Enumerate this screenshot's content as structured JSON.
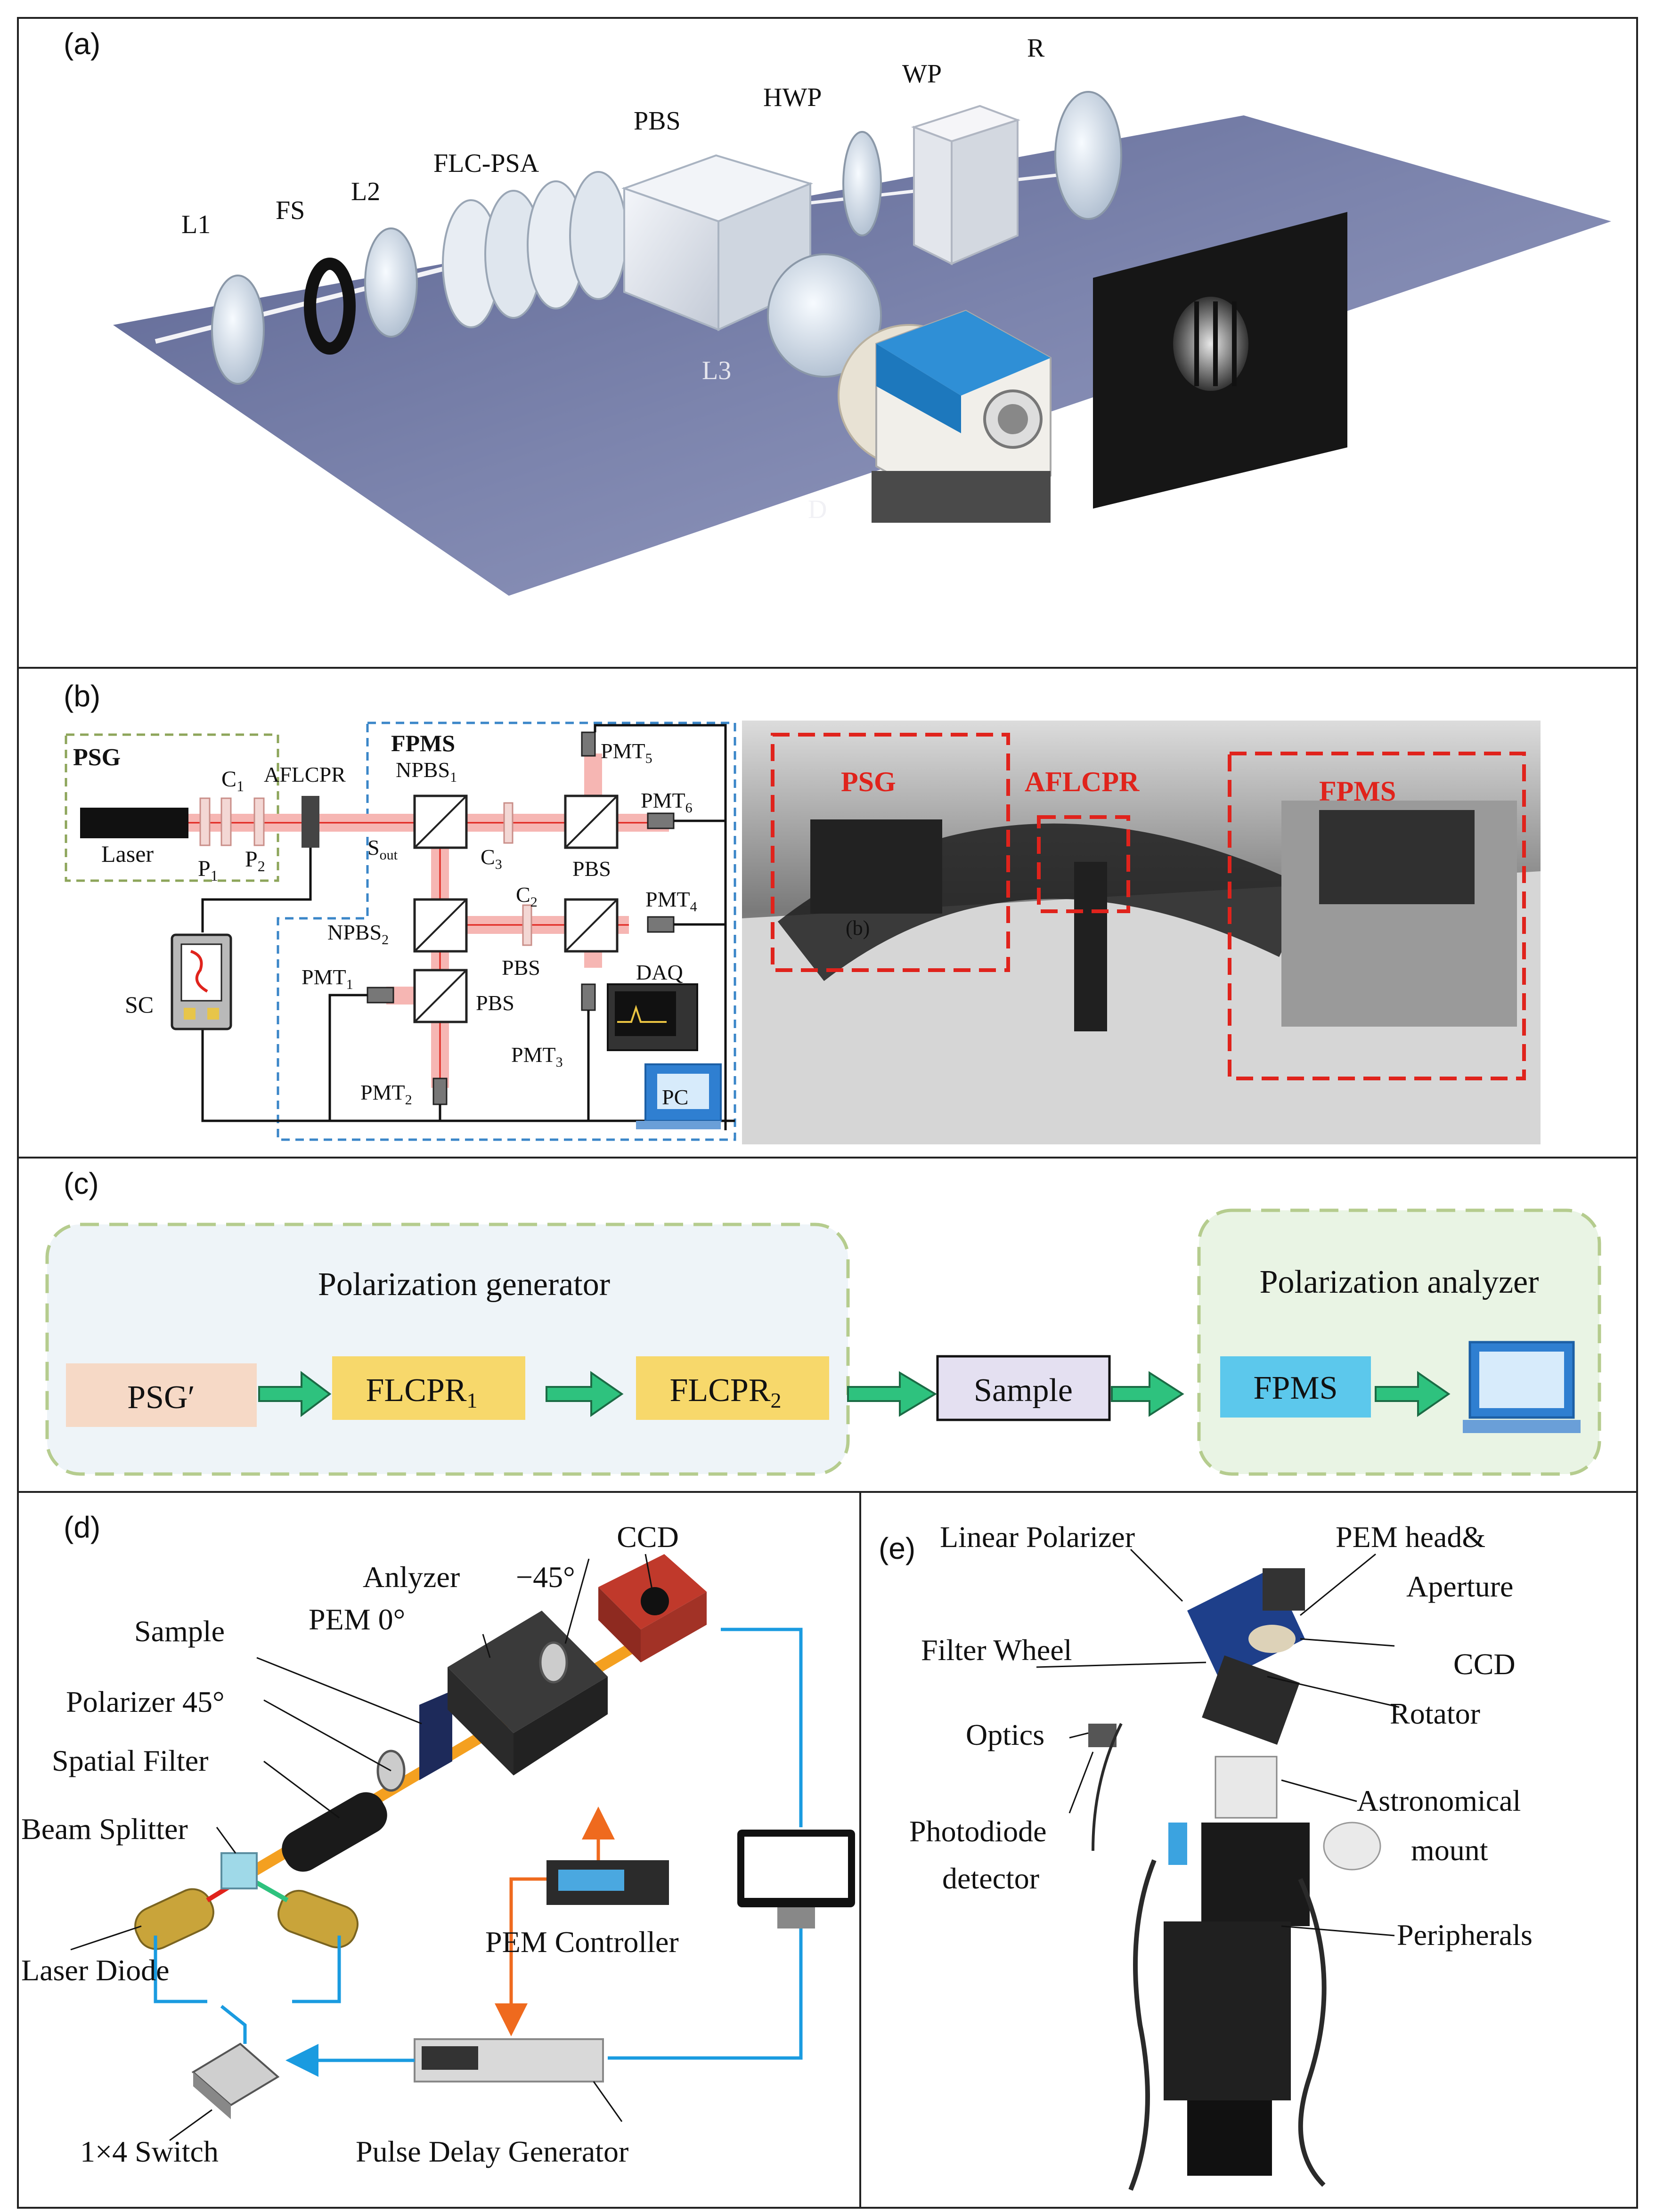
{
  "panel_labels": {
    "a": "(a)",
    "b": "(b)",
    "c": "(c)",
    "d": "(d)",
    "e": "(e)"
  },
  "panel_a": {
    "labels": {
      "l1": "L1",
      "fs": "FS",
      "l2": "L2",
      "flc_psa": "FLC-PSA",
      "pbs": "PBS",
      "hwp": "HWP",
      "wp": "WP",
      "r": "R",
      "l3": "L3",
      "d": "D"
    }
  },
  "panel_b": {
    "schematic": {
      "psg": "PSG",
      "laser": "Laser",
      "c1": "C",
      "c1_sub": "1",
      "aflcpr": "AFLCPR",
      "p1": "P",
      "p1_sub": "1",
      "p2": "P",
      "p2_sub": "2",
      "fpms": "FPMS",
      "npbs1": "NPBS",
      "npbs1_sub": "1",
      "sout": "S",
      "sout_sub": "out",
      "c3": "C",
      "c3_sub": "3",
      "pbs_a": "PBS",
      "pmt5": "PMT",
      "pmt5_sub": "5",
      "pmt6": "PMT",
      "pmt6_sub": "6",
      "c2": "C",
      "c2_sub": "2",
      "npbs2": "NPBS",
      "npbs2_sub": "2",
      "pmt4": "PMT",
      "pmt4_sub": "4",
      "pbs_b": "PBS",
      "pbs_c": "PBS",
      "pmt1": "PMT",
      "pmt1_sub": "1",
      "sc": "SC",
      "daq": "DAQ",
      "pmt3": "PMT",
      "pmt3_sub": "3",
      "pmt2": "PMT",
      "pmt2_sub": "2",
      "pc": "PC"
    },
    "photo": {
      "psg": "PSG",
      "aflcpr": "AFLCPR",
      "fpms": "FPMS",
      "inner_mark": "(b)"
    }
  },
  "panel_c": {
    "generator_title": "Polarization generator",
    "analyzer_title": "Polarization analyzer",
    "psg_prime": "PSG′",
    "flcpr1": "FLCPR",
    "flcpr1_sub": "1",
    "flcpr2": "FLCPR",
    "flcpr2_sub": "2",
    "sample": "Sample",
    "fpms": "FPMS",
    "icon": "computer-icon"
  },
  "panel_d": {
    "ccd": "CCD",
    "analyzer": "Anlyzer",
    "analyzer_angle": "−45°",
    "sample": "Sample",
    "pem": "PEM 0°",
    "polarizer": "Polarizer 45°",
    "spatial_filter": "Spatial Filter",
    "beam_splitter": "Beam Splitter",
    "laser_diode": "Laser Diode",
    "pem_controller": "PEM Controller",
    "switch": "1×4 Switch",
    "pulse_delay": "Pulse Delay Generator"
  },
  "panel_e": {
    "linear_polarizer": "Linear Polarizer",
    "pem_head": "PEM head&",
    "aperture": "Aperture",
    "filter_wheel": "Filter Wheel",
    "ccd": "CCD",
    "optics": "Optics",
    "rotator": "Rotator",
    "photodiode": "Photodiode",
    "detector": "detector",
    "astronomical": "Astronomical",
    "mount": "mount",
    "peripherals": "Peripherals"
  },
  "colors": {
    "accent_red": "#e0231c",
    "green_arrow": "#2ec27e",
    "blue_line": "#1a9be0",
    "orange_line": "#ef6a1e"
  }
}
